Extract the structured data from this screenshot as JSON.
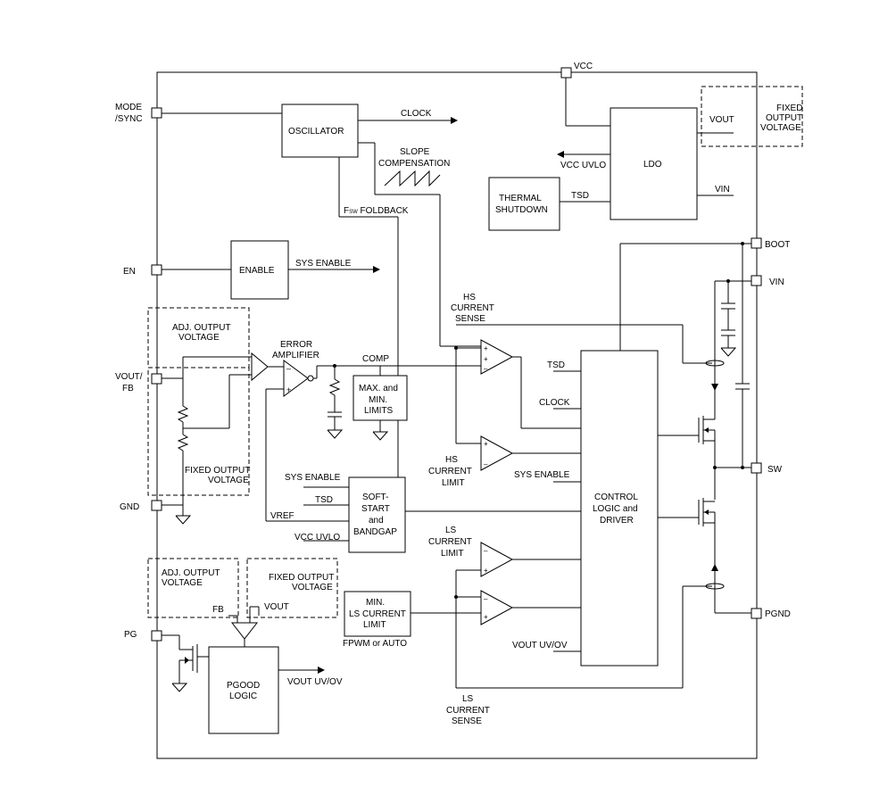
{
  "pins": {
    "mode_sync": [
      "MODE",
      "/SYNC"
    ],
    "en": "EN",
    "vout_fb": [
      "VOUT/",
      "FB"
    ],
    "gnd": "GND",
    "pg": "PG",
    "vcc": "VCC",
    "boot": "BOOT",
    "vin": "VIN",
    "sw": "SW",
    "pgnd": "PGND"
  },
  "blocks": {
    "oscillator": "OSCILLATOR",
    "ldo": "LDO",
    "thermal_shutdown": [
      "THERMAL",
      "SHUTDOWN"
    ],
    "enable": "ENABLE",
    "max_min_limits": [
      "MAX. and",
      "MIN.",
      "LIMITS"
    ],
    "soft_start": [
      "SOFT-",
      "START",
      "and",
      "BANDGAP"
    ],
    "control_logic": [
      "CONTROL",
      "LOGIC and",
      "DRIVER"
    ],
    "min_ls_current_limit": [
      "MIN.",
      "LS CURRENT",
      "LIMIT"
    ],
    "pgood_logic": [
      "PGOOD",
      "LOGIC"
    ]
  },
  "signals": {
    "clock": "CLOCK",
    "slope_compensation": [
      "SLOPE",
      "COMPENSATION"
    ],
    "fsw_foldback_main": "F",
    "fsw_foldback_sub": "SW",
    "fsw_foldback_tail": " FOLDBACK",
    "vcc_uvlo_ldo": "VCC UVLO",
    "ldo_vout": "VOUT",
    "ldo_vin": "VIN",
    "tsd_ldo": "TSD",
    "sys_enable_out": "SYS ENABLE",
    "error_amplifier": [
      "ERROR",
      "AMPLIFIER"
    ],
    "comp": "COMP",
    "hs_current_sense": [
      "HS",
      "CURRENT",
      "SENSE"
    ],
    "hs_current_limit": [
      "HS",
      "CURRENT",
      "LIMIT"
    ],
    "ls_current_limit": [
      "LS",
      "CURRENT",
      "LIMIT"
    ],
    "ls_current_sense": [
      "LS",
      "CURRENT",
      "SENSE"
    ],
    "tsd_ctrl": "TSD",
    "clock_ctrl": "CLOCK",
    "sys_enable_ctrl": "SYS ENABLE",
    "vout_uvov_ctrl": "VOUT UV/OV",
    "sys_enable_ss": "SYS ENABLE",
    "tsd_ss": "TSD",
    "vref": "VREF",
    "vcc_uvlo_ss": "VCC UVLO",
    "fpwm_auto": "FPWM or AUTO",
    "fb": "FB",
    "vout_pg": "VOUT",
    "vout_uvov_pg": "VOUT UV/OV"
  },
  "option_boxes": {
    "fixed_output_voltage_ldo": [
      "FIXED",
      "OUTPUT",
      "VOLTAGE"
    ],
    "adj_output_voltage_top": [
      "ADJ. OUTPUT",
      "VOLTAGE"
    ],
    "fixed_output_voltage_fb": [
      "FIXED OUTPUT",
      "VOLTAGE"
    ],
    "adj_output_voltage_pg": [
      "ADJ. OUTPUT",
      "VOLTAGE"
    ],
    "fixed_output_voltage_pg": [
      "FIXED OUTPUT",
      "VOLTAGE"
    ]
  }
}
